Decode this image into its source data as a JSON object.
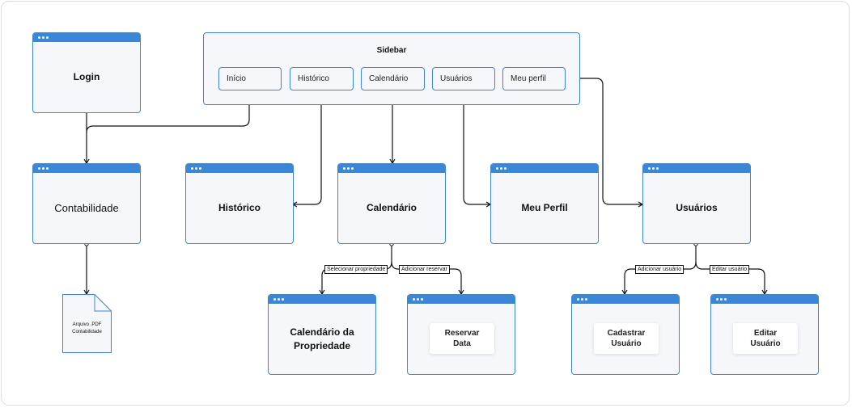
{
  "sidebar": {
    "title": "Sidebar",
    "items": [
      "Início",
      "Histórico",
      "Calendário",
      "Usuários",
      "Meu perfil"
    ]
  },
  "screens": {
    "login": "Login",
    "contabilidade": "Contabilidade",
    "historico": "Histórico",
    "calendario": "Calendário",
    "meu_perfil": "Meu Perfil",
    "usuarios": "Usuários",
    "calendario_propriedade": "Calendário da Propriedade",
    "reservar_data_panel": "",
    "reservar_data": "Reservar Data",
    "cadastrar_usuario": "Cadastrar Usuário",
    "editar_usuario": "Editar Usuário"
  },
  "edges": {
    "selecionar_propriedade": "Selecionar propriedade",
    "adicionar_reservar": "Adicionar reservar",
    "adicionar_usuario": "Adicionar usuário",
    "editar_usuario": "Editar usuário"
  },
  "document": {
    "line1": "Arquivo .PDF",
    "line2": "Contabilidade"
  },
  "colors": {
    "accent": "#3a86d8",
    "window_bg": "#f6f7fa",
    "connector": "#111111"
  }
}
